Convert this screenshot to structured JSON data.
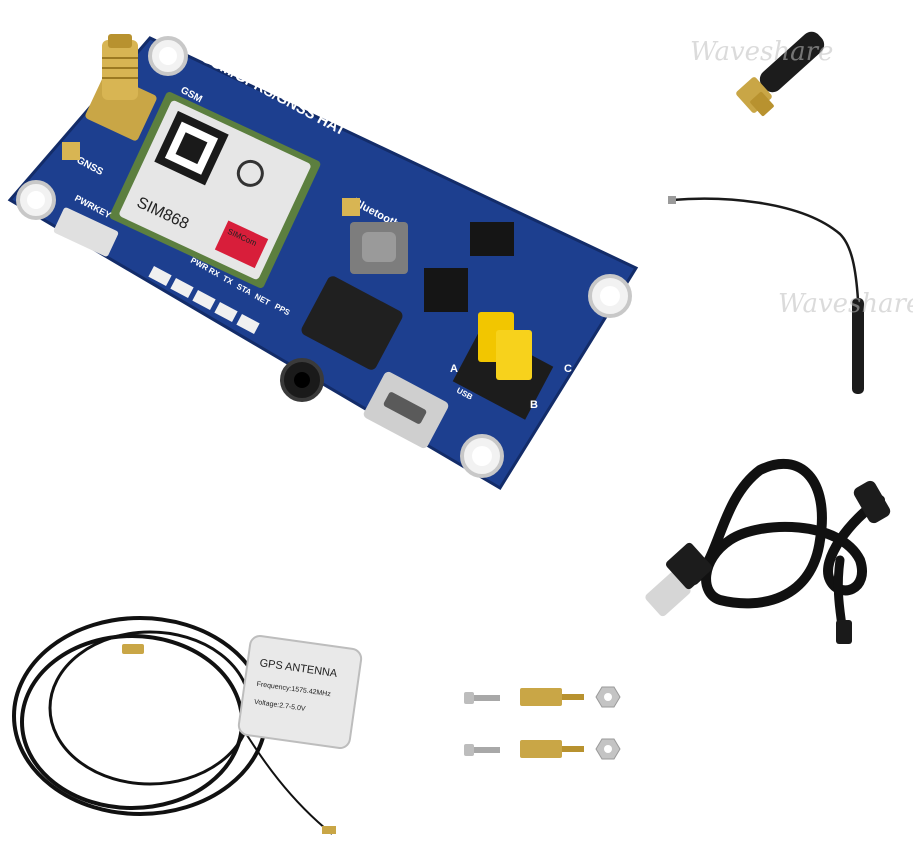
{
  "board": {
    "title": "GSM/GPRS/GNSS HAT",
    "bluetooth_label": "Bluetooth",
    "gsm_label": "GSM",
    "gnss_label": "GNSS",
    "pwrkey_label": "PWRKEY",
    "led_labels": [
      "PWR",
      "RX",
      "TX",
      "STA",
      "NET",
      "PPS"
    ],
    "usb_label": "USB",
    "jumper_letters": [
      "A",
      "B",
      "C"
    ],
    "module_label": "SIM868",
    "module_brand": "SIMCom"
  },
  "gps_antenna": {
    "title": "GPS ANTENNA",
    "frequency": "Frequency:1575.42MHz",
    "voltage": "Voltage:2.7-5.0V"
  },
  "watermark": "Waveshare",
  "colors": {
    "pcb": "#1d3f8f",
    "pcb_edge": "#16337a",
    "silkscreen": "#ffffff",
    "brass": "#c9a646",
    "jumper": "#f2c600",
    "cable": "#111111",
    "background": "#ffffff"
  }
}
